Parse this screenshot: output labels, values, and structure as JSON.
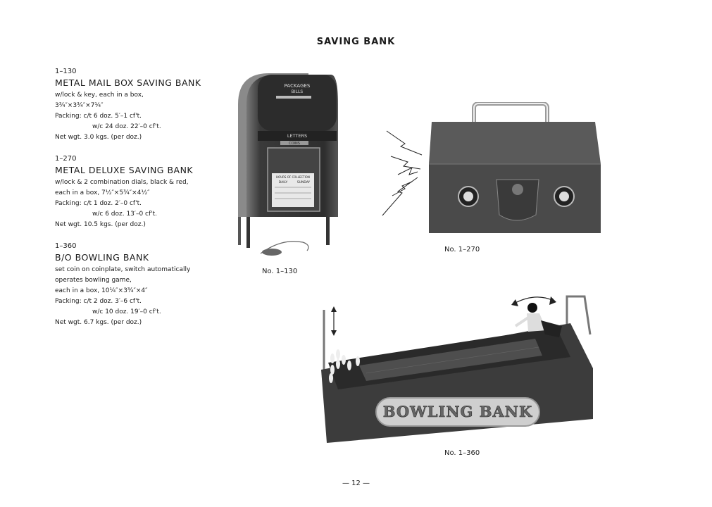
{
  "page_title": "SAVING BANK",
  "items": [
    {
      "code": "1–130",
      "name": "METAL MAIL BOX SAVING BANK",
      "lines": [
        "w/lock & key, each in a box,",
        "3¾″×3¾″×7¼″"
      ],
      "packing": [
        "Packing:  c/t   6 doz.   5′–1 cf't.",
        "w/c 24 doz.  22′–0 cf't."
      ],
      "net": "Net wgt.  3.0 kgs. (per doz.)"
    },
    {
      "code": "1–270",
      "name": "METAL DELUXE SAVING BANK",
      "lines": [
        "w/lock & 2 combination dials, black & red,",
        "each in a box, 7½″×5¾″×4½″"
      ],
      "packing": [
        "Packing:  c/t   1 doz.   2′–0 cf't.",
        "w/c   6 doz.  13′–0 cf't."
      ],
      "net": "Net wgt.  10.5 kgs. (per doz.)"
    },
    {
      "code": "1–360",
      "name": "B/O BOWLING BANK",
      "lines": [
        "set coin on coinplate, switch automatically",
        "operates bowling game,",
        "each in a box, 10¼″×3¾″×4″"
      ],
      "packing": [
        "Packing:  c/t   2 doz.   3′–6 cf't.",
        "w/c 10 doz.  19′–0 cf't."
      ],
      "net": "Net wgt.  6.7 kgs. (per doz.)"
    }
  ],
  "mailbox_labels": {
    "top": "PACKAGES",
    "top2": "BILLS",
    "letters": "LETTERS",
    "coins": "COINS",
    "hours": "HOURS OF COLLECTION",
    "daily": "DAILY",
    "sunday": "SUNDAY"
  },
  "bowling_sign": "BOWLING BANK",
  "captions": {
    "mailbox": "No.  1–130",
    "deluxe": "No.  1–270",
    "bowling": "No.  1–360"
  },
  "page_number": "— 12 —"
}
